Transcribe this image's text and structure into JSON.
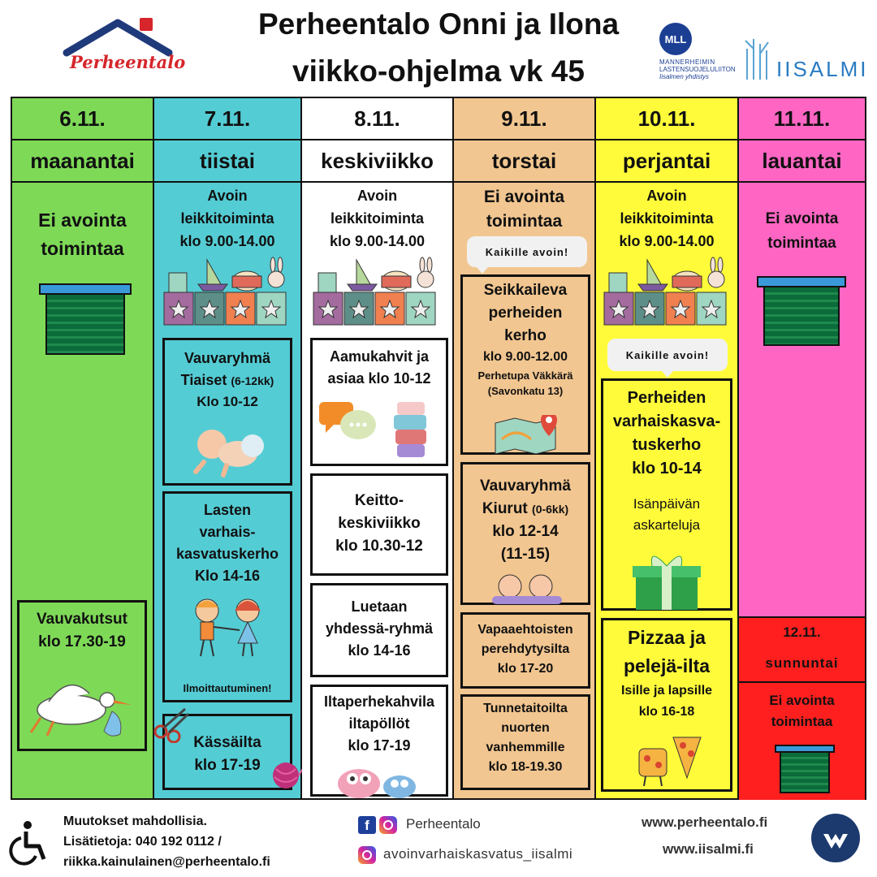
{
  "header": {
    "logo_text": "Perheentalo",
    "title_line1": "Perheentalo Onni ja Ilona",
    "title_line2": "viikko-ohjelma vk 45",
    "mll_logo_text": "MLL",
    "mll_sub1": "MANNERHEIMIN",
    "mll_sub2": "LASTENSUOJELULIITON",
    "mll_sub3": "Iisalmen yhdistys",
    "iisalmi_logo_text": "IISALMI"
  },
  "colors": {
    "mon": "#7ed957",
    "tue": "#54ccd4",
    "wed": "#ffffff",
    "thu": "#f2c690",
    "fri": "#fffb3a",
    "sat": "#ff66c4",
    "sun": "#ff1f1f"
  },
  "days": {
    "mon": {
      "date": "6.11.",
      "name": "maanantai"
    },
    "tue": {
      "date": "7.11.",
      "name": "tiistai"
    },
    "wed": {
      "date": "8.11.",
      "name": "keskiviikko"
    },
    "thu": {
      "date": "9.11.",
      "name": "torstai"
    },
    "fri": {
      "date": "10.11.",
      "name": "perjantai"
    },
    "sat": {
      "date": "11.11.",
      "name": "lauantai"
    },
    "sun": {
      "date": "12.11.",
      "name": "sunnuntai"
    }
  },
  "mon": {
    "closed_1": "Ei avointa",
    "closed_2": "toimintaa",
    "event_1": "Vauvakutsut",
    "event_2": "klo 17.30-19"
  },
  "tue": {
    "open_1": "Avoin",
    "open_2": "leikkitoiminta",
    "open_3": "klo 9.00-14.00",
    "b1_1": "Vauvaryhmä",
    "b1_2": "Tiaiset",
    "b1_2b": "(6-12kk)",
    "b1_3": "Klo 10-12",
    "b2_1": "Lasten",
    "b2_2": "varhais-",
    "b2_3": "kasvatuskerho",
    "b2_4": "Klo 14-16",
    "b2_note": "Ilmoittautuminen!",
    "b3_1": "Kässäilta",
    "b3_2": "klo 17-19"
  },
  "wed": {
    "open_1": "Avoin",
    "open_2": "leikkitoiminta",
    "open_3": "klo 9.00-14.00",
    "b1_1": "Aamukahvit ja",
    "b1_2": "asiaa klo 10-12",
    "b2_1": "Keitto-",
    "b2_2": "keskiviikko",
    "b2_3": "klo 10.30-12",
    "b3_1": "Luetaan",
    "b3_2": "yhdessä-ryhmä",
    "b3_3": "klo 14-16",
    "b4_1": "Iltaperhekahvila",
    "b4_2": "iltapöllöt",
    "b4_3": "klo 17-19"
  },
  "thu": {
    "closed_1": "Ei avointa",
    "closed_2": "toimintaa",
    "bubble": "Kaikille avoin!",
    "b1_1": "Seikkaileva",
    "b1_2": "perheiden",
    "b1_3": "kerho",
    "b1_4": "klo 9.00-12.00",
    "b1_5": "Perhetupa Väkkärä",
    "b1_6": "(Savonkatu 13)",
    "b2_1": "Vauvaryhmä",
    "b2_2": "Kiurut",
    "b2_2b": "(0-6kk)",
    "b2_3": "klo 12-14",
    "b2_4": "(11-15)",
    "b3_1": "Vapaaehtoisten",
    "b3_2": "perehdytysilta",
    "b3_3": "klo 17-20",
    "b4_1": "Tunnetaitoilta",
    "b4_2": "nuorten",
    "b4_3": "vanhemmille",
    "b4_4": "klo 18-19.30"
  },
  "fri": {
    "open_1": "Avoin",
    "open_2": "leikkitoiminta",
    "open_3": "klo 9.00-14.00",
    "bubble": "Kaikille avoin!",
    "b1_1": "Perheiden",
    "b1_2": "varhaiskasva-",
    "b1_3": "tuskerho",
    "b1_4": "klo 10-14",
    "b1_5": "Isänpäivän",
    "b1_6": "askarteluja",
    "b2_1": "Pizzaa ja",
    "b2_2": "pelejä-ilta",
    "b2_3": "Isille ja lapsille",
    "b2_4": "klo 16-18"
  },
  "sat": {
    "closed_1": "Ei avointa",
    "closed_2": "toimintaa"
  },
  "sun": {
    "closed_1": "Ei avointa",
    "closed_2": "toimintaa"
  },
  "footer": {
    "changes": "Muutokset mahdollisia.",
    "info": "Lisätietoja: 040 192 0112 /",
    "email": "riikka.kainulainen@perheentalo.fi",
    "social_1": "Perheentalo",
    "social_2": "avoinvarhaiskasvatus_iisalmi",
    "web_1": "www.perheentalo.fi",
    "web_2": "www.iisalmi.fi"
  }
}
